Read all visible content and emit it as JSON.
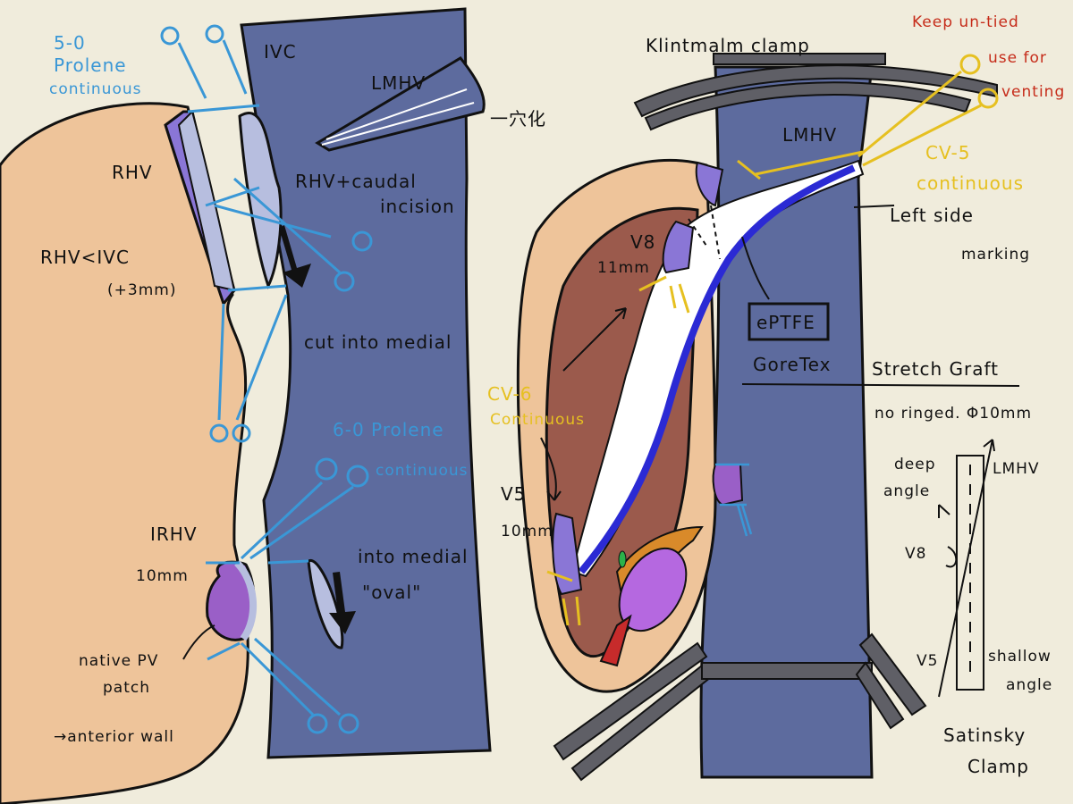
{
  "colors": {
    "background": "#f0ecdc",
    "liver": "#eec49a",
    "liver_dark": "#9b5a4c",
    "ivc": "#5d6b9e",
    "vein_stump": "#8a76d6",
    "graft": "#ffffff",
    "graft_stripe": "#2b2ad4",
    "suture_blue": "#3a97d6",
    "suture_yellow": "#e6c020",
    "note_red": "#c62c1a",
    "clamp": "#5f5f66"
  },
  "left_panel": {
    "suture_top": [
      "5-0",
      "Prolene",
      "continuous"
    ],
    "ivc": "IVC",
    "lmhv": "LMHV",
    "lmhv_note": "一穴化",
    "rhv": "RHV",
    "rhv_ivc": "RHV<IVC",
    "rhv_ivc_sub": "(+3mm)",
    "rhv_incision": [
      "RHV+caudal",
      "incision"
    ],
    "cut_medial": "cut into medial",
    "suture_bottom": [
      "6-0 Prolene",
      "continuous"
    ],
    "irhv": "IRHV",
    "irhv_size": "10mm",
    "into_medial": [
      "into medial",
      "\"oval\""
    ],
    "pv_patch": [
      "native PV",
      "patch"
    ],
    "anterior_wall": "→anterior wall"
  },
  "right_panel": {
    "clamp_top": "Klintmalm clamp",
    "keep_untied": [
      "Keep un-tied",
      "use for",
      "venting"
    ],
    "lmhv": "LMHV",
    "cv5": [
      "CV-5",
      "continuous"
    ],
    "left_side": [
      "Left side",
      "marking"
    ],
    "v8": "V8",
    "v8_size": "11mm",
    "eptfe": "ePTFE",
    "goretex": "GoreTex",
    "stretch_graft": "Stretch Graft",
    "no_ringed": "no ringed. Φ10mm",
    "cv6": [
      "CV-6",
      "Continuous"
    ],
    "v5": "V5",
    "v5_size": "10mm",
    "deep_angle": [
      "deep",
      "angle"
    ],
    "lmhv_small": "LMHV",
    "v8_small": "V8",
    "v5_small": "V5",
    "shallow_angle": [
      "shallow",
      "angle"
    ],
    "satinsky": [
      "Satinsky",
      "Clamp"
    ]
  },
  "icons": [
    "suture-loop-icon",
    "arrow-down-icon",
    "graft-schematic-icon"
  ]
}
